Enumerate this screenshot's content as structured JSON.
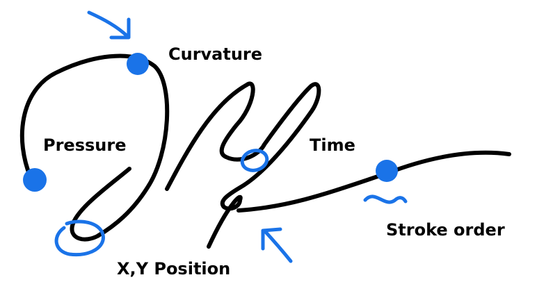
{
  "labels": {
    "curvature": "Curvature",
    "pressure": "Pressure",
    "time": "Time",
    "stroke_order": "Stroke order",
    "xy_position": "X,Y Position"
  },
  "colors": {
    "ink": "#000000",
    "accent": "#1a73e8",
    "background": "#ffffff"
  }
}
